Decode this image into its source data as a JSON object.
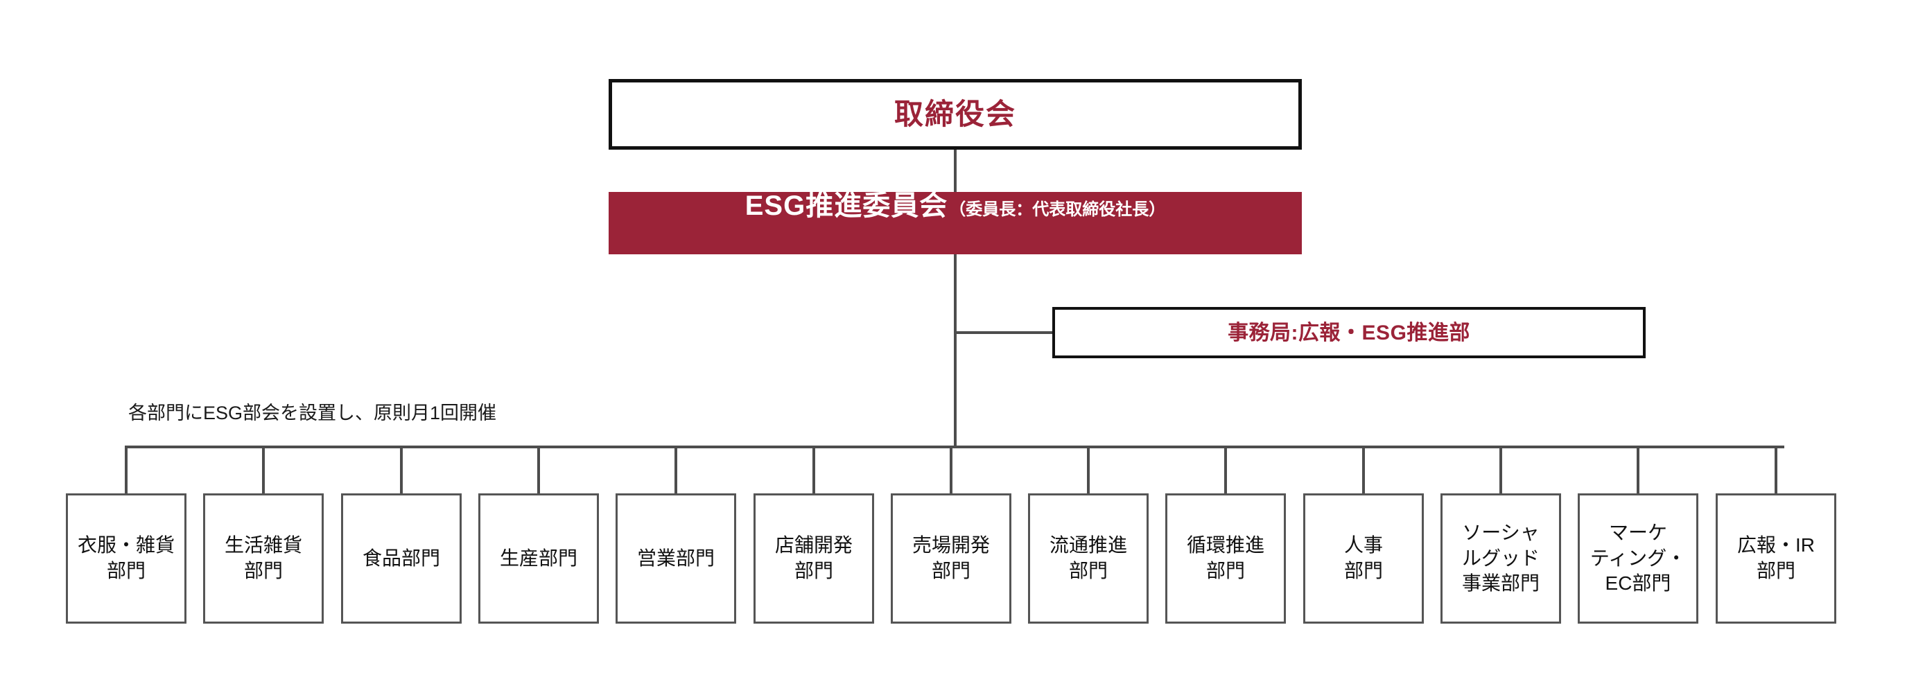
{
  "diagram": {
    "title": "ESG推進体制図",
    "colors": {
      "accent_maroon": "#9B2338",
      "box_border_dark": "#111111",
      "box_border_gray": "#555555",
      "line_gray": "#4d4d4d",
      "text_black": "#111111",
      "text_white": "#ffffff"
    }
  },
  "board": {
    "label": "取締役会"
  },
  "esg_committee": {
    "title": "ESG推進委員会",
    "subtitle": "（委員長：代表取締役社長）"
  },
  "secretariat": {
    "label": "事務局:広報・ESG推進部"
  },
  "note": {
    "text": "各部門にESG部会を設置し、原則月1回開催"
  },
  "departments": [
    {
      "label": "衣服・雑貨\n部門"
    },
    {
      "label": "生活雑貨\n部門"
    },
    {
      "label": "食品部門"
    },
    {
      "label": "生産部門"
    },
    {
      "label": "営業部門"
    },
    {
      "label": "店舗開発\n部門"
    },
    {
      "label": "売場開発\n部門"
    },
    {
      "label": "流通推進\n部門"
    },
    {
      "label": "循環推進\n部門"
    },
    {
      "label": "人事\n部門"
    },
    {
      "label": "ソーシャ\nルグッド\n事業部門"
    },
    {
      "label": "マーケ\nティング・\nEC部門"
    },
    {
      "label": "広報・IR\n部門"
    }
  ],
  "chart_data": {
    "type": "table",
    "title": "ESG推進体制",
    "levels": [
      {
        "level": 1,
        "nodes": [
          "取締役会"
        ]
      },
      {
        "level": 2,
        "nodes": [
          "ESG推進委員会（委員長：代表取締役社長）"
        ]
      },
      {
        "level": 3,
        "nodes": [
          "事務局:広報・ESG推進部"
        ]
      },
      {
        "level": 4,
        "nodes": [
          "衣服・雑貨部門",
          "生活雑貨部門",
          "食品部門",
          "生産部門",
          "営業部門",
          "店舗開発部門",
          "売場開発部門",
          "流通推進部門",
          "循環推進部門",
          "人事部門",
          "ソーシャルグッド事業部門",
          "マーケティング・EC部門",
          "広報・IR部門"
        ]
      }
    ],
    "annotation": "各部門にESG部会を設置し、原則月1回開催"
  }
}
